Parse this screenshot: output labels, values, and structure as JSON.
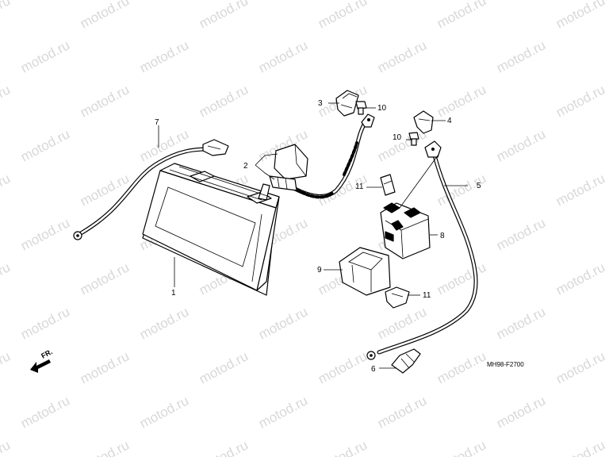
{
  "watermark": {
    "text": "motod.ru",
    "color": "#d8d8d8"
  },
  "diagram_code": "MH98-F2700",
  "front_marker": "FR.",
  "callouts": [
    {
      "id": "1",
      "number": "1"
    },
    {
      "id": "2",
      "number": "2"
    },
    {
      "id": "3",
      "number": "3"
    },
    {
      "id": "4",
      "number": "4"
    },
    {
      "id": "5",
      "number": "5"
    },
    {
      "id": "6",
      "number": "6"
    },
    {
      "id": "7",
      "number": "7"
    },
    {
      "id": "8",
      "number": "8"
    },
    {
      "id": "9",
      "number": "9"
    },
    {
      "id": "10a",
      "number": "10"
    },
    {
      "id": "10b",
      "number": "10"
    },
    {
      "id": "11a",
      "number": "11"
    },
    {
      "id": "11b",
      "number": "11"
    }
  ]
}
